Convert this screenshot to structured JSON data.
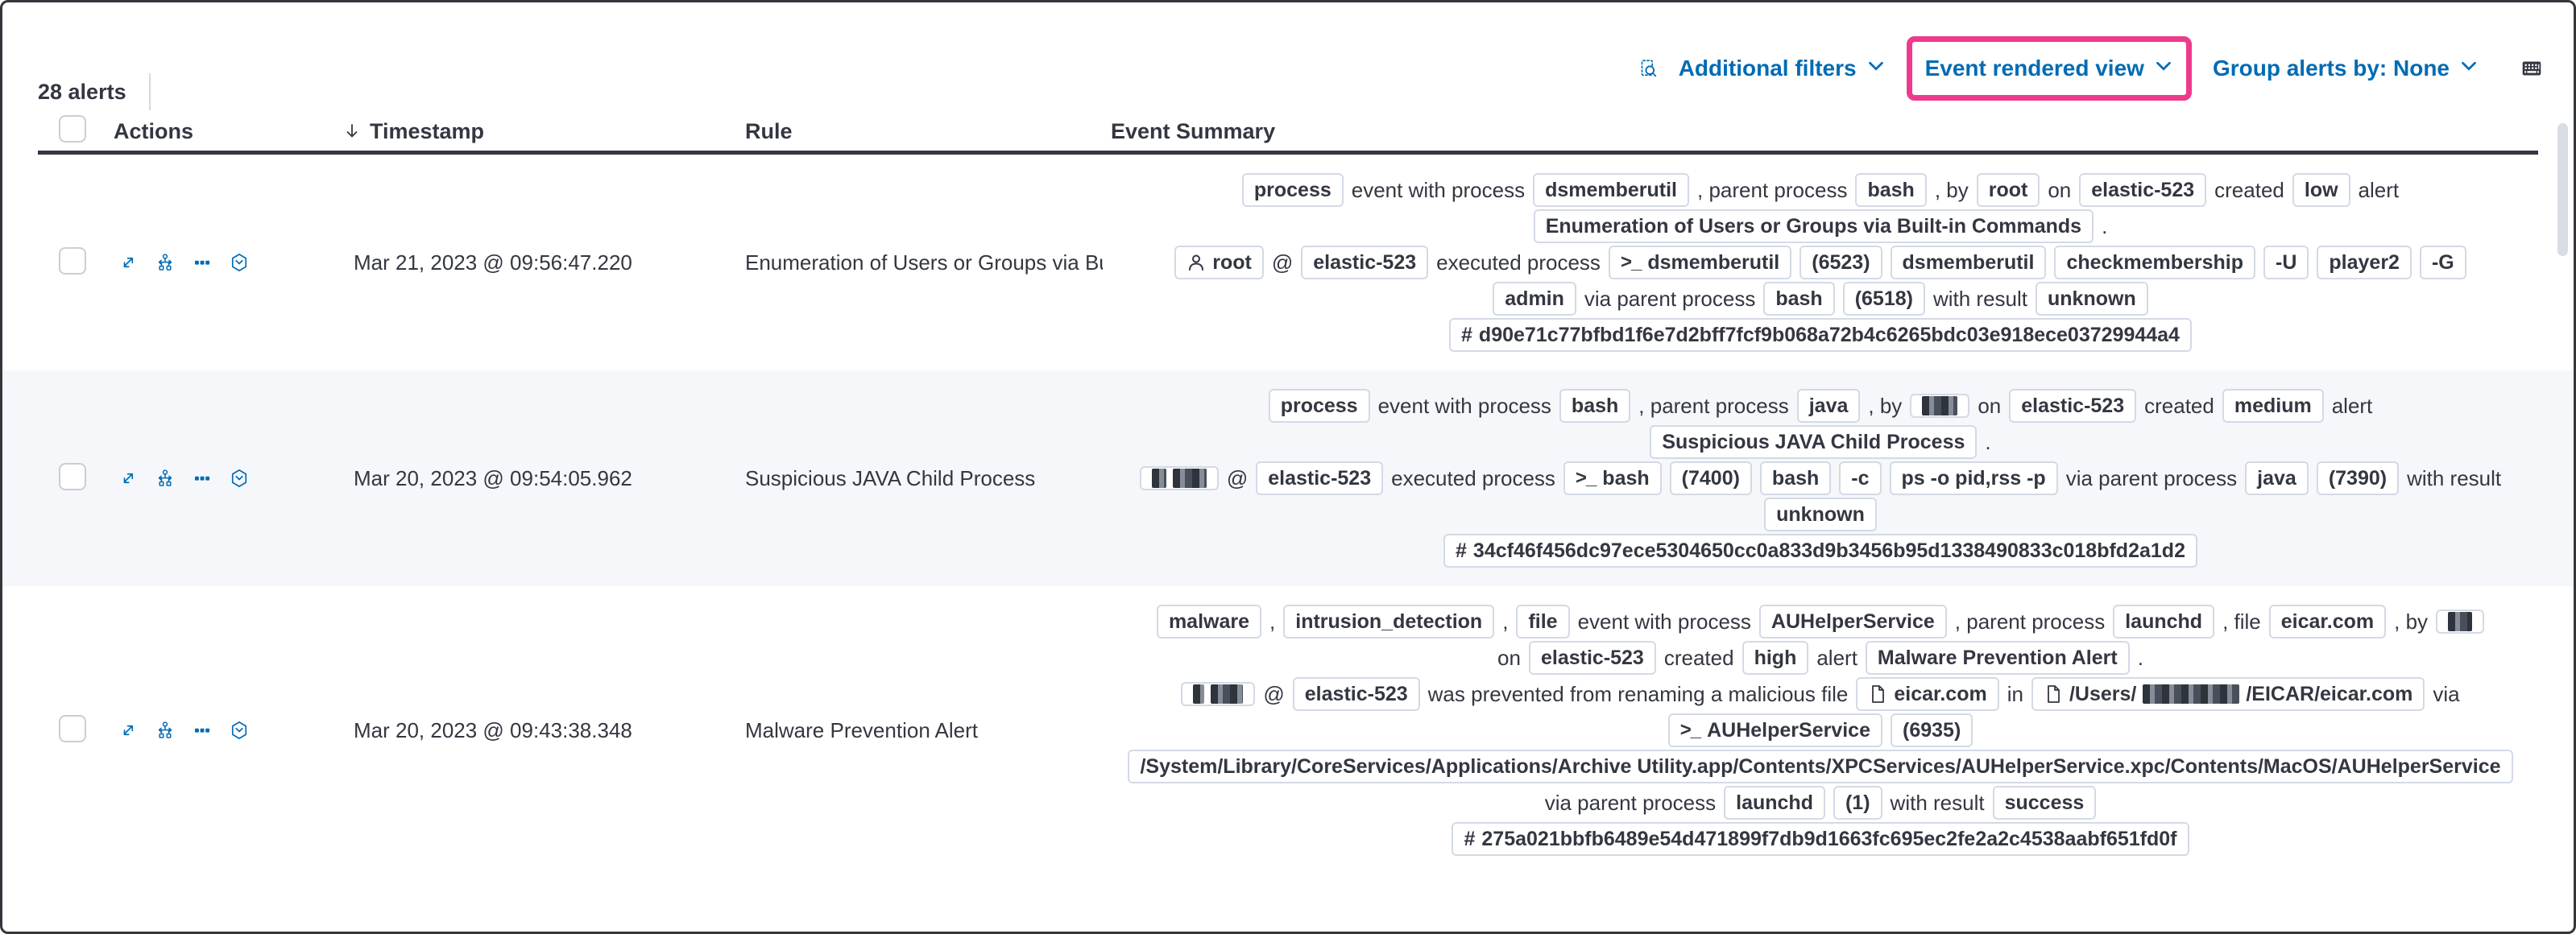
{
  "colors": {
    "accent": "#006bb4",
    "annotation": "#ee3a8c",
    "stripe": "#f5f7fa",
    "badge_border": "#d3dae6",
    "text": "#343741"
  },
  "icons": {
    "toolbar": [
      "inspect-icon",
      "chevron-down-icon",
      "keyboard-icon"
    ],
    "row_actions": [
      "expand-icon",
      "analyze-event-icon",
      "more-actions-icon",
      "session-view-icon"
    ],
    "badge_icons": [
      "user-icon",
      "terminal-icon",
      "hash-icon",
      "file-icon"
    ],
    "header": [
      "sort-down-icon"
    ]
  },
  "toolbar": {
    "alerts_count": "28 alerts",
    "additional_filters": "Additional filters",
    "view_mode": "Event rendered view",
    "group_by": "Group alerts by: None"
  },
  "table": {
    "headers": {
      "actions": "Actions",
      "timestamp": "Timestamp",
      "rule": "Rule",
      "summary": "Event Summary"
    },
    "rows": [
      {
        "timestamp": "Mar 21, 2023 @ 09:56:47.220",
        "rule": "Enumeration of Users or Groups via Bui",
        "lines": [
          [
            {
              "b": "process"
            },
            {
              "t": "event with process"
            },
            {
              "b": "dsmemberutil"
            },
            {
              "t": ", parent process"
            },
            {
              "b": "bash"
            },
            {
              "t": ", by"
            },
            {
              "b": "root"
            },
            {
              "t": "on"
            },
            {
              "b": "elastic-523"
            },
            {
              "t": "created"
            },
            {
              "b": "low"
            },
            {
              "t": "alert"
            }
          ],
          [
            {
              "b": "Enumeration of Users or Groups via Built-in Commands"
            },
            {
              "t": "."
            }
          ],
          [
            {
              "b": "root",
              "i": "user"
            },
            {
              "t": "@"
            },
            {
              "b": "elastic-523"
            },
            {
              "t": "executed process"
            },
            {
              "b": "dsmemberutil",
              "i": "terminal"
            },
            {
              "b": "(6523)"
            },
            {
              "b": "dsmemberutil"
            },
            {
              "b": "checkmembership"
            },
            {
              "b": "-U"
            },
            {
              "b": "player2"
            },
            {
              "b": "-G"
            }
          ],
          [
            {
              "b": "admin"
            },
            {
              "t": "via parent process"
            },
            {
              "b": "bash"
            },
            {
              "b": "(6518)"
            },
            {
              "t": "with result"
            },
            {
              "b": "unknown"
            }
          ],
          [
            {
              "b": "d90e71c77bfbd1f6e7d2bff7fcf9b068a72b4c6265bdc03e918ece03729944a4",
              "i": "hash"
            }
          ]
        ]
      },
      {
        "timestamp": "Mar 20, 2023 @ 09:54:05.962",
        "rule": "Suspicious JAVA Child Process",
        "lines": [
          [
            {
              "b": "process"
            },
            {
              "t": "event with process"
            },
            {
              "b": "bash"
            },
            {
              "t": ", parent process"
            },
            {
              "b": "java"
            },
            {
              "t": ", by"
            },
            {
              "b": [
                {
                  "r": 44
                }
              ]
            },
            {
              "t": "on"
            },
            {
              "b": "elastic-523"
            },
            {
              "t": "created"
            },
            {
              "b": "medium"
            },
            {
              "t": "alert"
            }
          ],
          [
            {
              "b": "Suspicious JAVA Child Process"
            },
            {
              "t": "."
            }
          ],
          [
            {
              "b": [
                {
                  "r": 18
                },
                {
                  "r": 42
                }
              ]
            },
            {
              "t": "@"
            },
            {
              "b": "elastic-523"
            },
            {
              "t": "executed process"
            },
            {
              "b": "bash",
              "i": "terminal"
            },
            {
              "b": "(7400)"
            },
            {
              "b": "bash"
            },
            {
              "b": "-c"
            },
            {
              "b": "ps -o pid,rss -p"
            },
            {
              "t": "via parent process"
            },
            {
              "b": "java"
            },
            {
              "b": "(7390)"
            },
            {
              "t": "with result"
            }
          ],
          [
            {
              "b": "unknown"
            }
          ],
          [
            {
              "b": "34cf46f456dc97ece5304650cc0a833d9b3456b95d1338490833c018bfd2a1d2",
              "i": "hash"
            }
          ]
        ]
      },
      {
        "timestamp": "Mar 20, 2023 @ 09:43:38.348",
        "rule": "Malware Prevention Alert",
        "lines": [
          [
            {
              "b": "malware"
            },
            {
              "t": ","
            },
            {
              "b": "intrusion_detection"
            },
            {
              "t": ","
            },
            {
              "b": "file"
            },
            {
              "t": "event with process"
            },
            {
              "b": "AUHelperService"
            },
            {
              "t": ", parent process"
            },
            {
              "b": "launchd"
            },
            {
              "t": ", file"
            },
            {
              "b": "eicar.com"
            },
            {
              "t": ", by"
            },
            {
              "b": [
                {
                  "r": 30
                }
              ]
            }
          ],
          [
            {
              "t": "on"
            },
            {
              "b": "elastic-523"
            },
            {
              "t": "created"
            },
            {
              "b": "high"
            },
            {
              "t": "alert"
            },
            {
              "b": "Malware Prevention Alert"
            },
            {
              "t": "."
            }
          ],
          [
            {
              "b": [
                {
                  "r": 14
                },
                {
                  "r": 40
                }
              ]
            },
            {
              "t": "@"
            },
            {
              "b": "elastic-523"
            },
            {
              "t": "was prevented from renaming a malicious file"
            },
            {
              "b": "eicar.com",
              "i": "file"
            },
            {
              "t": "in"
            },
            {
              "b": [
                {
                  "t": "/Users/"
                },
                {
                  "r": 120
                },
                {
                  "t": "/EICAR/eicar.com"
                }
              ],
              "i": "file"
            },
            {
              "t": "via"
            }
          ],
          [
            {
              "b": "AUHelperService",
              "i": "terminal"
            },
            {
              "b": "(6935)"
            }
          ],
          [
            {
              "b": "/System/Library/CoreServices/Applications/Archive Utility.app/Contents/XPCServices/AUHelperService.xpc/Contents/MacOS/AUHelperService"
            }
          ],
          [
            {
              "t": "via parent process"
            },
            {
              "b": "launchd"
            },
            {
              "b": "(1)"
            },
            {
              "t": "with result"
            },
            {
              "b": "success"
            }
          ],
          [
            {
              "b": "275a021bbfb6489e54d471899f7db9d1663fc695ec2fe2a2c4538aabf651fd0f",
              "i": "hash"
            }
          ]
        ]
      }
    ]
  }
}
